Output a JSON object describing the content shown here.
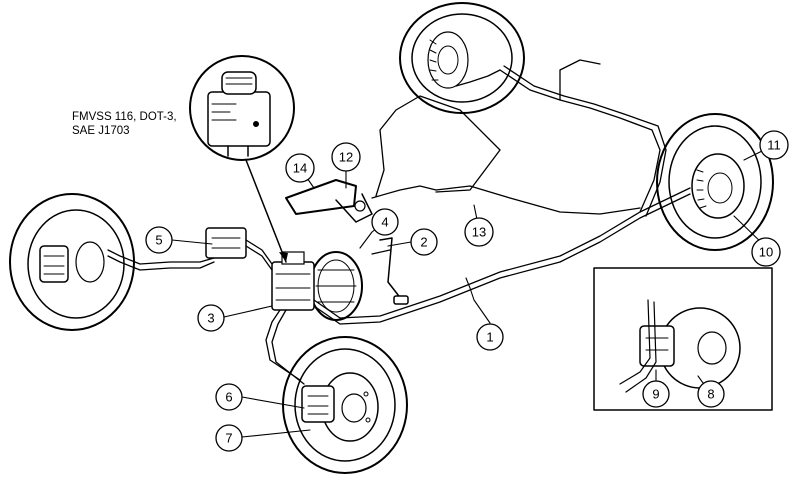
{
  "spec_lines": [
    "FMVSS 116, DOT-3,",
    "SAE J1703"
  ],
  "callouts": [
    {
      "label": "1"
    },
    {
      "label": "2"
    },
    {
      "label": "3"
    },
    {
      "label": "4"
    },
    {
      "label": "5"
    },
    {
      "label": "6"
    },
    {
      "label": "7"
    },
    {
      "label": "8"
    },
    {
      "label": "9"
    },
    {
      "label": "10"
    },
    {
      "label": "11"
    },
    {
      "label": "12"
    },
    {
      "label": "13"
    },
    {
      "label": "14"
    }
  ]
}
